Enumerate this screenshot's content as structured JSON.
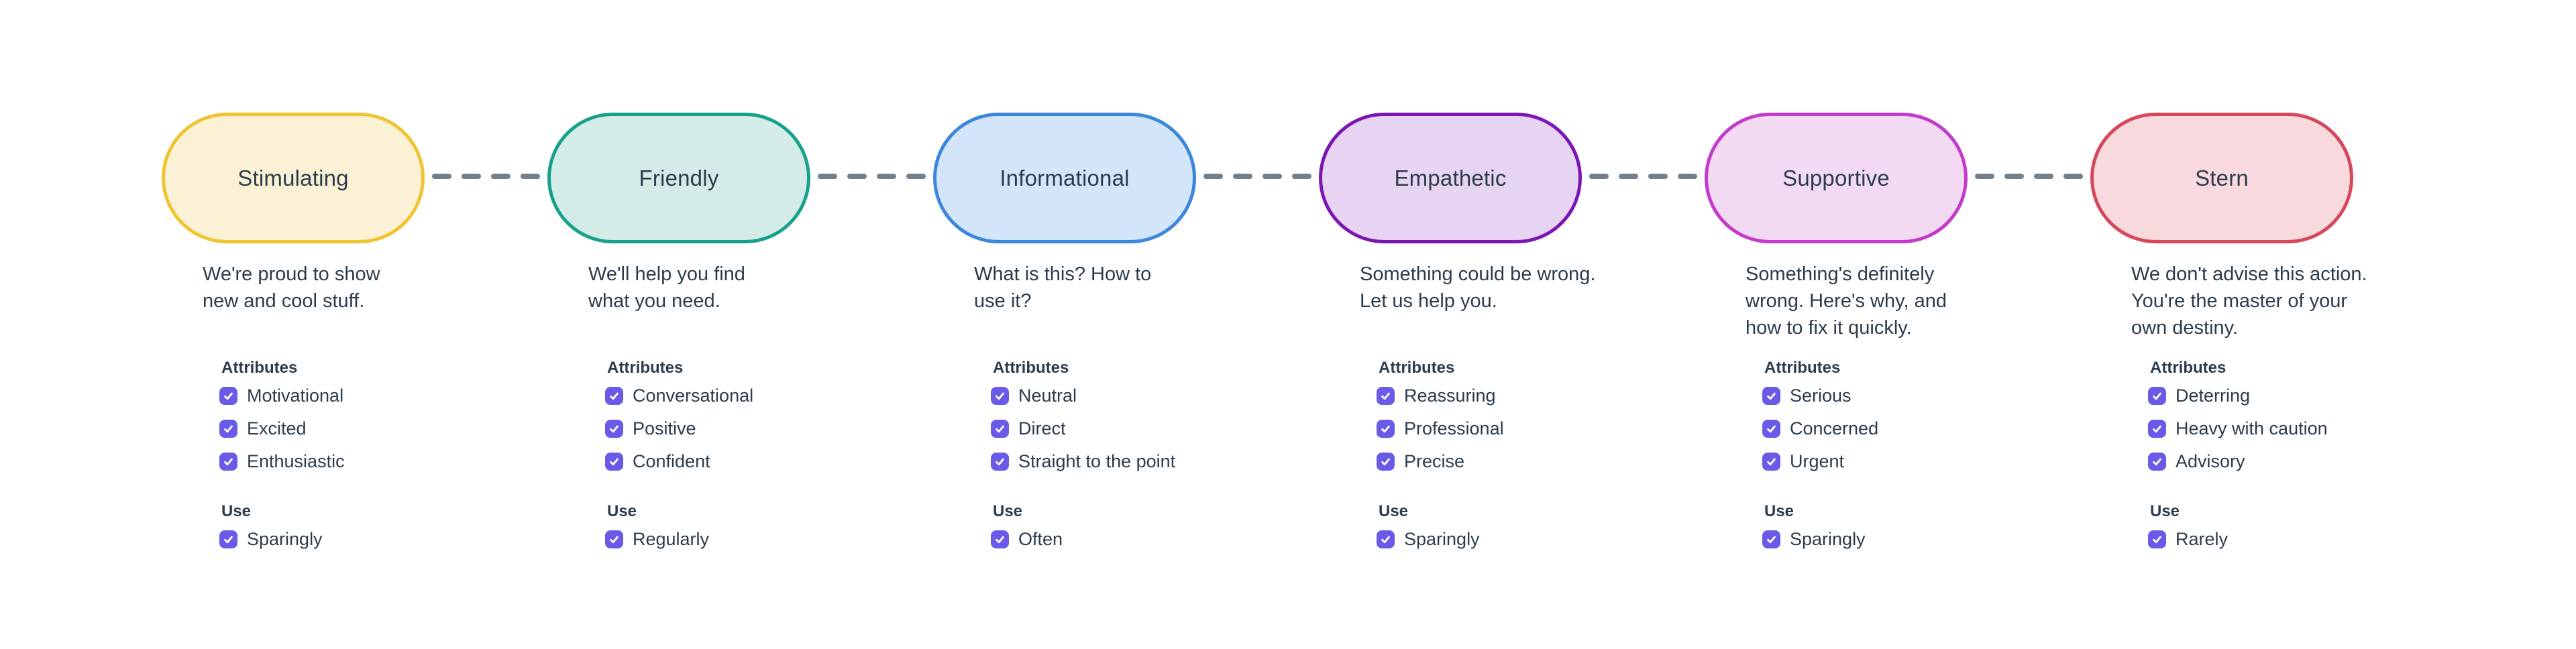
{
  "ui": {
    "background": "#FFFFFF",
    "text_color": "#2B3C4C",
    "checkbox_fill": "#6A5AE8",
    "check_color": "#FFFFFF",
    "connector_color": "#72808E",
    "connector_style": "dashed"
  },
  "labels": {
    "attributes": "Attributes",
    "use": "Use"
  },
  "tones": [
    {
      "name": "Stimulating",
      "pill": {
        "fill": "#FBF2D5",
        "border": "#F0C330"
      },
      "description": "We're proud to show\nnew and cool stuff.",
      "attributes": [
        "Motivational",
        "Excited",
        "Enthusiastic"
      ],
      "use": "Sparingly"
    },
    {
      "name": "Friendly",
      "pill": {
        "fill": "#D3ECE7",
        "border": "#17A18C"
      },
      "description": "We'll help you find\nwhat you need.",
      "attributes": [
        "Conversational",
        "Positive",
        "Confident"
      ],
      "use": "Regularly"
    },
    {
      "name": "Informational",
      "pill": {
        "fill": "#D3E5F8",
        "border": "#3C87DB"
      },
      "description": "What is this? How to\nuse it?",
      "attributes": [
        "Neutral",
        "Direct",
        "Straight to the point"
      ],
      "use": "Often"
    },
    {
      "name": "Empathetic",
      "pill": {
        "fill": "#E6D4F2",
        "border": "#7B16B3"
      },
      "description": "Something could be wrong.\nLet us help you.",
      "attributes": [
        "Reassuring",
        "Professional",
        "Precise"
      ],
      "use": "Sparingly"
    },
    {
      "name": "Supportive",
      "pill": {
        "fill": "#F3DAF3",
        "border": "#C43AC9"
      },
      "description": "Something's definitely\nwrong. Here's why, and\nhow to fix it quickly.",
      "attributes": [
        "Serious",
        "Concerned",
        "Urgent"
      ],
      "use": "Sparingly"
    },
    {
      "name": "Stern",
      "pill": {
        "fill": "#F8D9DD",
        "border": "#D5485C"
      },
      "description": "We don't advise this action.\nYou're the master of your\nown destiny.",
      "attributes": [
        "Deterring",
        "Heavy with caution",
        "Advisory"
      ],
      "use": "Rarely"
    }
  ]
}
